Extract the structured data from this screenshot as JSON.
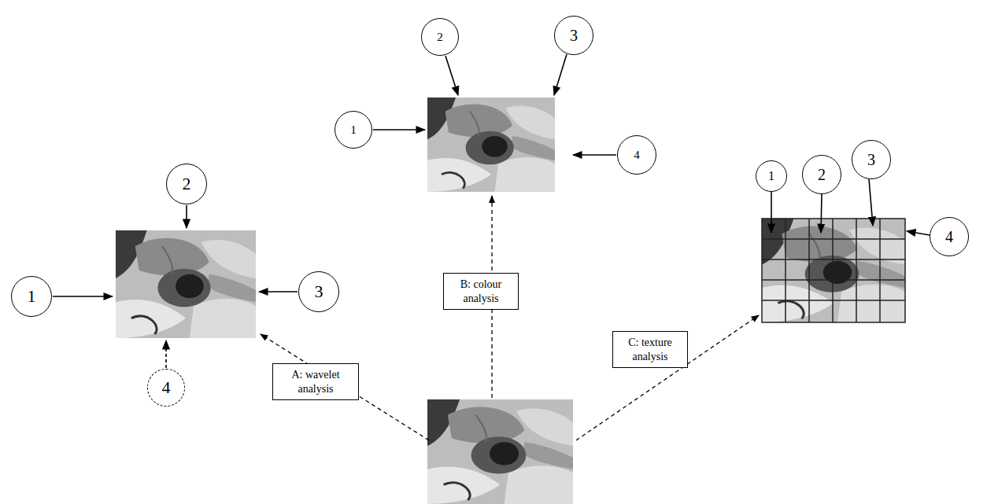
{
  "diagram": {
    "nodes": [
      {
        "text": [
          "1"
        ]
      },
      {
        "text": [
          "2"
        ]
      },
      {
        "text": [
          "3"
        ]
      },
      {
        "text": [
          "4"
        ]
      },
      {
        "text": [
          "1"
        ]
      },
      {
        "text": [
          "2"
        ]
      },
      {
        "text": [
          "3"
        ]
      },
      {
        "text": [
          "4"
        ]
      },
      {
        "text": [
          "1"
        ]
      },
      {
        "text": [
          "2"
        ]
      },
      {
        "text": [
          "3"
        ]
      },
      {
        "text": [
          "4"
        ]
      },
      {
        "text": [
          "A: wavelet analysis"
        ]
      },
      {
        "text": [
          "B: colour analysis"
        ]
      },
      {
        "text": [
          "C: texture analysis"
        ]
      }
    ]
  }
}
